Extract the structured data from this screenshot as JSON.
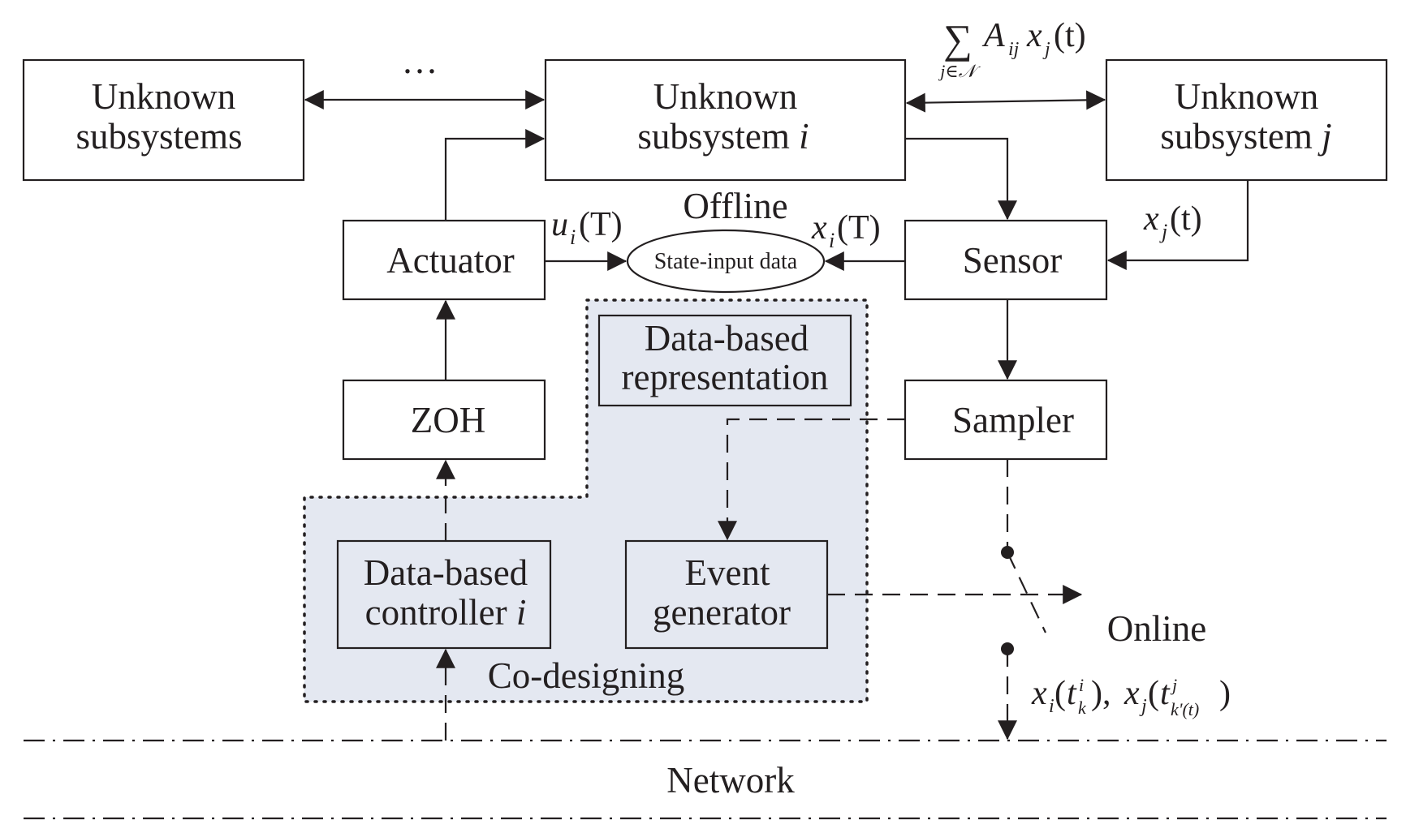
{
  "blocks": {
    "unknown_subsystems": [
      "Unknown",
      "subsystems"
    ],
    "unknown_subsystem_i": [
      "Unknown",
      "subsystem",
      "i"
    ],
    "unknown_subsystem_j": [
      "Unknown",
      "subsystem",
      "j"
    ],
    "actuator": "Actuator",
    "sensor": "Sensor",
    "zoh": "ZOH",
    "sampler": "Sampler",
    "data_based_representation": [
      "Data-based",
      "representation"
    ],
    "data_based_controller": [
      "Data-based",
      "controller",
      "i"
    ],
    "event_generator": [
      "Event",
      "generator"
    ],
    "state_input_data": "State-input data"
  },
  "labels": {
    "ellipsis": "···",
    "offline": "Offline",
    "online": "Online",
    "co_designing": "Co-designing",
    "network": "Network",
    "coupling_sum": {
      "sigma": "∑",
      "sub": "j∈𝒩",
      "A": "A",
      "A_sub": "ij",
      "x": "x",
      "x_sub": "j",
      "arg": "(t)"
    },
    "u_i_T": {
      "var": "u",
      "sub": "i",
      "arg": "(T)"
    },
    "x_i_T": {
      "var": "x",
      "sub": "i",
      "arg": "(T)"
    },
    "x_j_t": {
      "var": "x",
      "sub": "j",
      "arg": "(t)"
    },
    "sampled_states": {
      "x1": "x",
      "x1_sub": "i",
      "t1": "t",
      "t1_sup": "i",
      "t1_sub": "k",
      "sep": "), ",
      "x2": "x",
      "x2_sub": "j",
      "t2": "t",
      "t2_sup": "j",
      "t2_sub": "k'(t)",
      "open": "(",
      "close": ")"
    }
  },
  "colors": {
    "line": "#231f20",
    "codesign_region_fill": "#e4e8f1",
    "background": "#ffffff"
  }
}
